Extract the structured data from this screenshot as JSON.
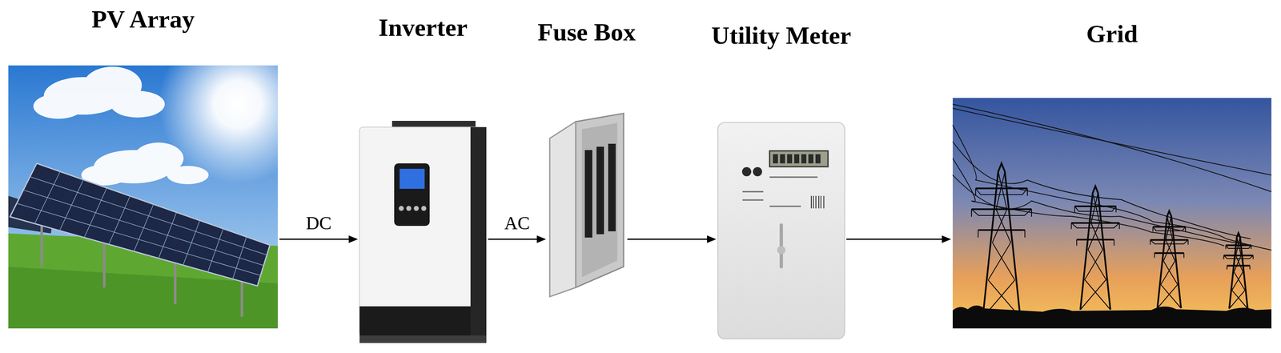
{
  "diagram": {
    "nodes": [
      {
        "text": [
          "PV Array"
        ]
      },
      {
        "text": [
          "Inverter"
        ]
      },
      {
        "text": [
          "Fuse Box"
        ]
      },
      {
        "text": [
          "Utility Meter"
        ]
      },
      {
        "text": [
          "Grid"
        ]
      }
    ],
    "edges": [
      {
        "from": 0,
        "to": 1,
        "arrow": "to",
        "label": "DC"
      },
      {
        "from": 1,
        "to": 2,
        "arrow": "to",
        "label": "AC"
      },
      {
        "from": 2,
        "to": 3,
        "arrow": "to"
      },
      {
        "from": 3,
        "to": 4,
        "arrow": "to"
      }
    ]
  }
}
